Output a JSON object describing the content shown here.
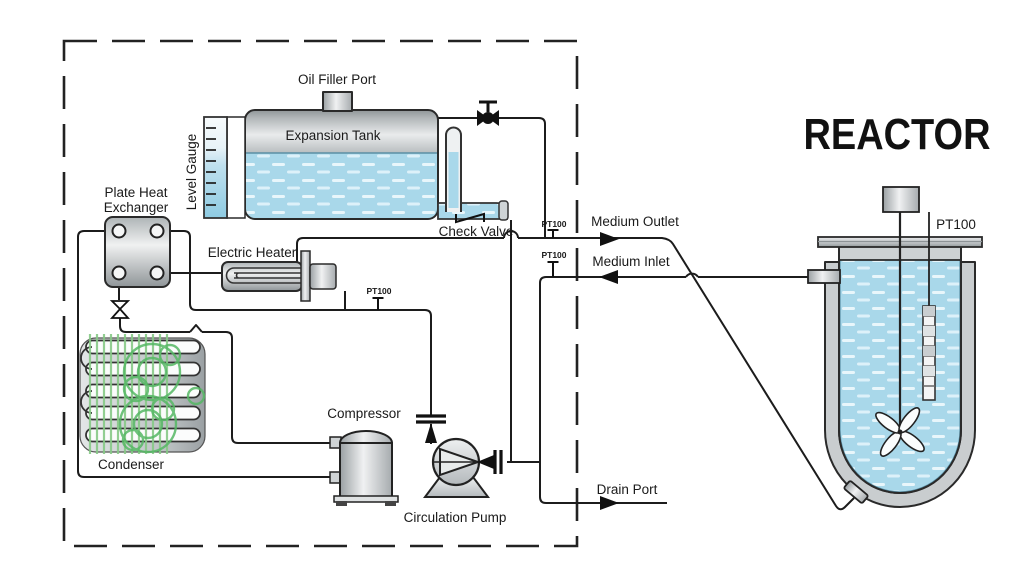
{
  "diagram_title": "REACTOR",
  "labels": {
    "oil_filler_port": "Oil Filler Port",
    "expansion_tank": "Expansion Tank",
    "level_gauge": "Level Gauge",
    "plate_heat_exchanger_line1": "Plate Heat",
    "plate_heat_exchanger_line2": "Exchanger",
    "electric_heater": "Electric Heater",
    "check_valve": "Check Valve",
    "condenser": "Condenser",
    "compressor": "Compressor",
    "circulation_pump": "Circulation Pump",
    "medium_outlet": "Medium Outlet",
    "medium_inlet": "Medium Inlet",
    "drain_port": "Drain Port",
    "reactor": "REACTOR"
  },
  "sensors": {
    "pt100": "PT100"
  },
  "colors": {
    "background": "#ffffff",
    "line": "#1c1c1c",
    "liquid_blue": "#a9d8ea",
    "liquid_dash_white": "#e8f6fb",
    "metal_light": "#f0f1f2",
    "metal_dark": "#9aa0a3",
    "jacket_gray": "#c9cdcf",
    "condenser_green": "#56b865",
    "condenser_grid_green": "#86c986",
    "valve_black": "#111111"
  }
}
